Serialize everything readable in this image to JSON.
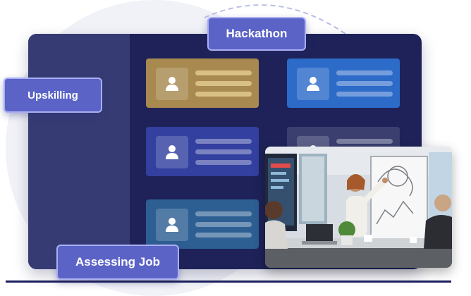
{
  "tags": {
    "hackathon": "Hackathon",
    "upskilling": "Upskilling",
    "assessing_job": "Assessing Job"
  },
  "cards": [
    {
      "id": "card-gold",
      "color": "#a8894f"
    },
    {
      "id": "card-blue-top-right",
      "color": "#2d6bc9"
    },
    {
      "id": "card-indigo-mid-left",
      "color": "#3340a0"
    },
    {
      "id": "card-slate-mid-right",
      "color": "#3a3f70"
    },
    {
      "id": "card-teal-bottom-left",
      "color": "#2d5f93"
    }
  ],
  "colors": {
    "panel": "#1e2258",
    "sidebar": "#363c73",
    "tag_bg": "#5b63c7",
    "tag_border": "#a9aff0"
  },
  "photo": {
    "description_icon": "classroom-photo"
  }
}
